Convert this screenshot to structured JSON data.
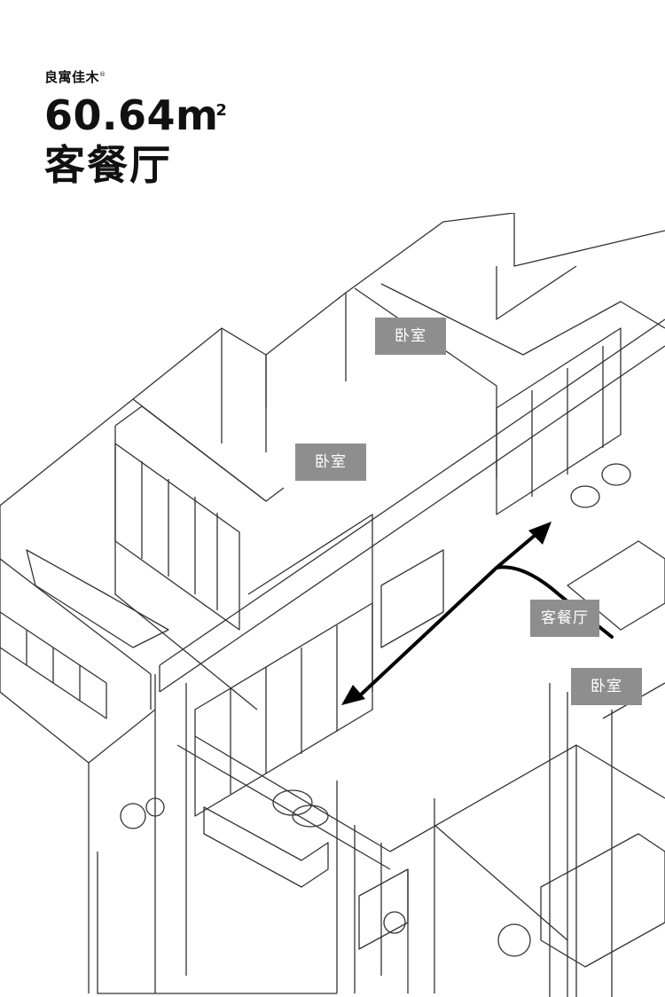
{
  "header": {
    "brand": "良寓佳木",
    "brand_mark": "®",
    "area_value": "60.64",
    "area_unit": "m",
    "area_unit_sup": "2",
    "room_type": "客餐厅"
  },
  "plan": {
    "labels": [
      {
        "id": "bedroom-top",
        "text": "卧室"
      },
      {
        "id": "bedroom-left",
        "text": "卧室"
      },
      {
        "id": "living-dining",
        "text": "客餐厅"
      },
      {
        "id": "bedroom-right",
        "text": "卧室"
      }
    ],
    "colors": {
      "tag_bg": "#8e8e8e",
      "line": "#333333",
      "arrow": "#000000"
    }
  }
}
